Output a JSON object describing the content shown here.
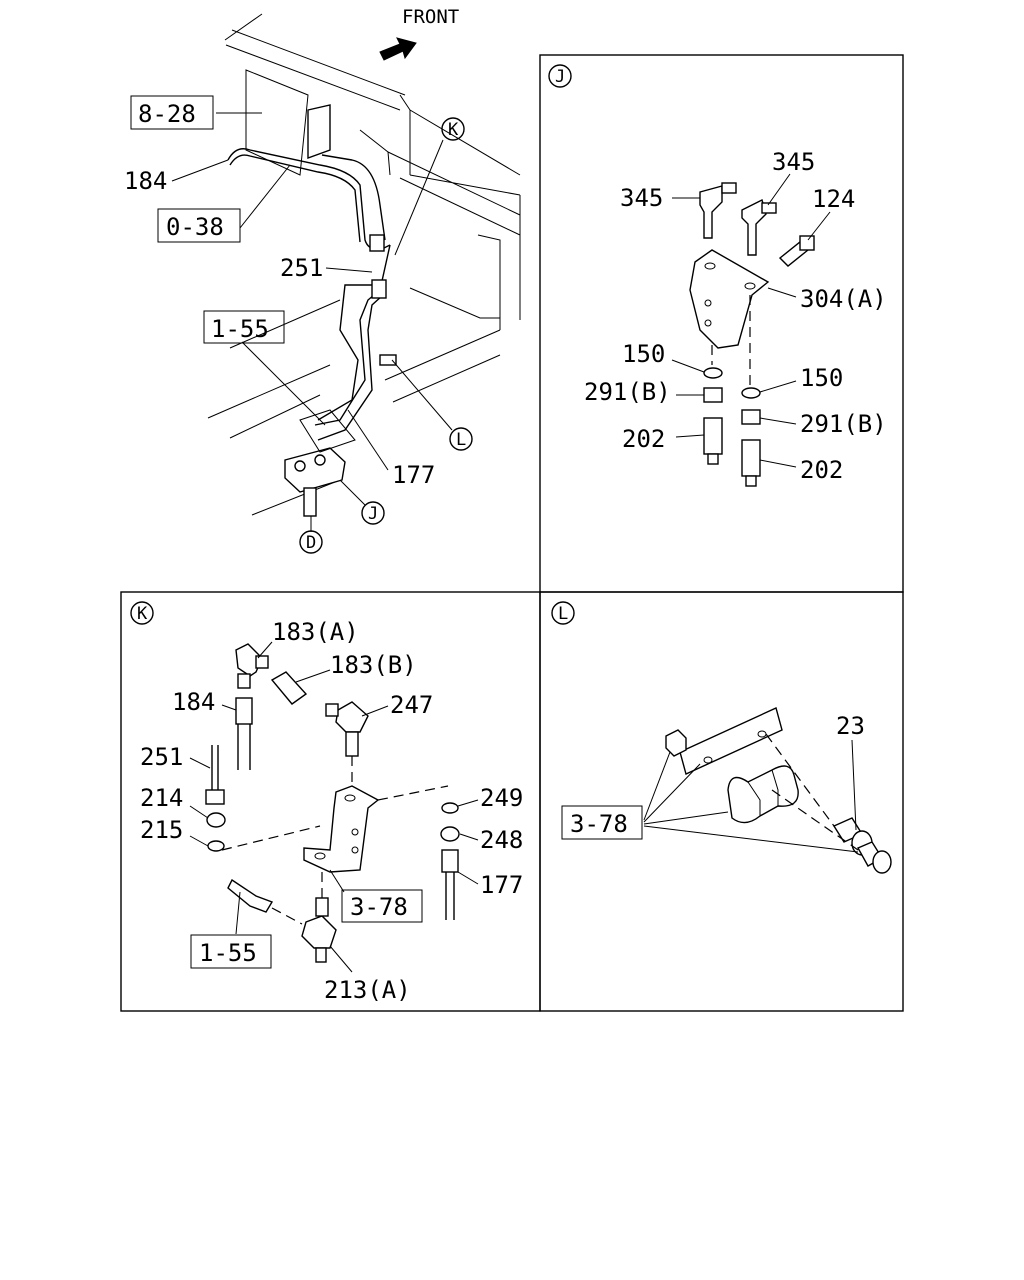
{
  "front_label": "FRONT",
  "callouts": {
    "K": "K",
    "L": "L",
    "J": "J",
    "D": "D"
  },
  "main_view": {
    "ref_8_28": "8-28",
    "p184": "184",
    "ref_0_38": "0-38",
    "p251": "251",
    "ref_1_55": "1-55",
    "p177": "177"
  },
  "panel_j": {
    "title": "J",
    "p345_a": "345",
    "p345_b": "345",
    "p124": "124",
    "p304a": "304(A)",
    "p150_a": "150",
    "p150_b": "150",
    "p291b_a": "291(B)",
    "p291b_b": "291(B)",
    "p202_a": "202",
    "p202_b": "202"
  },
  "panel_k": {
    "title": "K",
    "p183a": "183(A)",
    "p183b": "183(B)",
    "p184": "184",
    "p247": "247",
    "p251": "251",
    "p249": "249",
    "p214": "214",
    "p215": "215",
    "p248": "248",
    "p177": "177",
    "ref_3_78": "3-78",
    "ref_1_55": "1-55",
    "p213a": "213(A)"
  },
  "panel_l": {
    "title": "L",
    "p23": "23",
    "ref_3_78": "3-78"
  }
}
